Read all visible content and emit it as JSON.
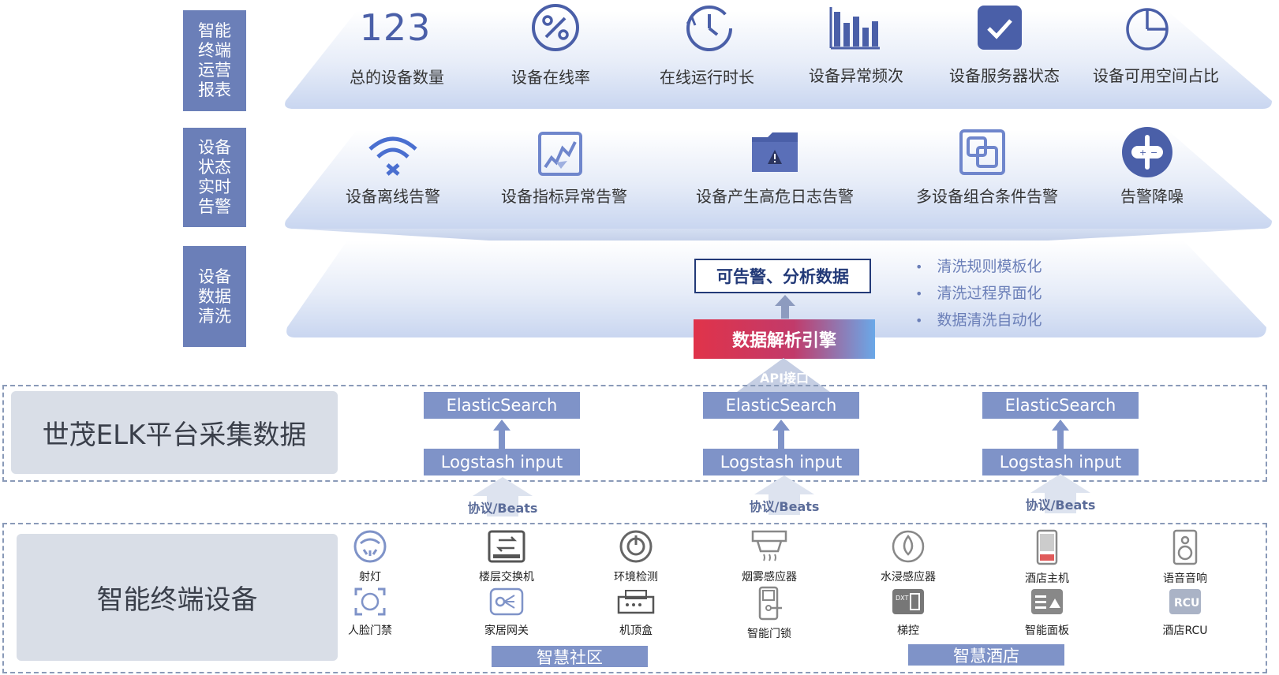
{
  "tiers": [
    {
      "label": "智能终端运营报表"
    },
    {
      "label": "设备状态实时告警"
    },
    {
      "label": "设备数据清洗"
    }
  ],
  "report": {
    "items": [
      {
        "icon": "number-123-icon",
        "label": "总的设备数量",
        "glyph": "123"
      },
      {
        "icon": "percent-circle-icon",
        "label": "设备在线率"
      },
      {
        "icon": "clock-icon",
        "label": "在线运行时长"
      },
      {
        "icon": "bar-chart-icon",
        "label": "设备异常频次"
      },
      {
        "icon": "checkbox-icon",
        "label": "设备服务器状态"
      },
      {
        "icon": "pie-chart-icon",
        "label": "设备可用空间占比"
      }
    ]
  },
  "alarm": {
    "items": [
      {
        "icon": "wifi-off-icon",
        "label": "设备离线告警"
      },
      {
        "icon": "anomaly-chart-icon",
        "label": "设备指标异常告警"
      },
      {
        "icon": "warning-folder-icon",
        "label": "设备产生高危日志告警"
      },
      {
        "icon": "combined-squares-icon",
        "label": "多设备组合条件告警"
      },
      {
        "icon": "noise-reduction-icon",
        "label": "告警降噪"
      }
    ]
  },
  "cleaning": {
    "output_box": "可告警、分析数据",
    "engine": "数据解析引擎",
    "api": "API接口",
    "bullets": [
      "清洗规则模板化",
      "清洗过程界面化",
      "数据清洗自动化"
    ]
  },
  "elk": {
    "title": "世茂ELK平台采集数据",
    "stacks": [
      {
        "es": "ElasticSearch",
        "logstash": "Logstash input",
        "protocol": "协议/Beats"
      },
      {
        "es": "ElasticSearch",
        "logstash": "Logstash input",
        "protocol": "协议/Beats"
      },
      {
        "es": "ElasticSearch",
        "logstash": "Logstash input",
        "protocol": "协议/Beats"
      }
    ]
  },
  "devices": {
    "title": "智能终端设备",
    "row1": [
      "射灯",
      "楼层交换机",
      "环境检测",
      "烟雾感应器",
      "水浸感应器",
      "酒店主机",
      "语音音响"
    ],
    "row2": [
      "人脸门禁",
      "家居网关",
      "机顶盒",
      "智能门锁",
      "梯控",
      "智能面板",
      "酒店RCU"
    ],
    "scenes": [
      "智慧社区",
      "智慧酒店"
    ]
  },
  "colors": {
    "accent": "#6b7fb8",
    "box": "#7f93c8",
    "engine_start": "#e0334a",
    "engine_end": "#6aa8e8"
  }
}
